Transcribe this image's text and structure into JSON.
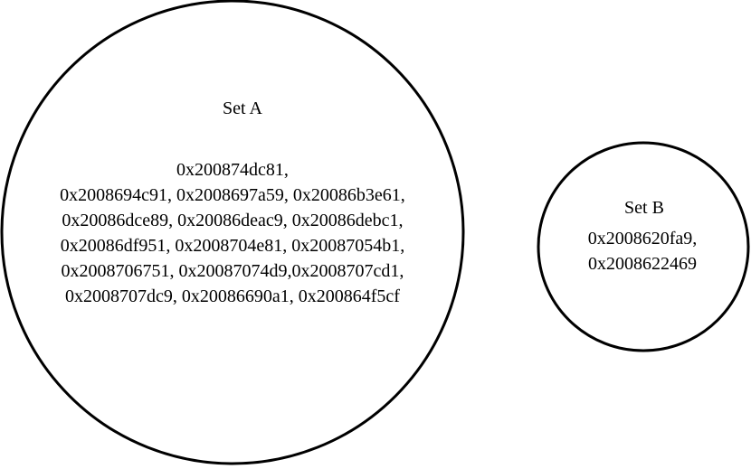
{
  "diagram": {
    "stroke_color": "#000000",
    "background_color": "#ffffff",
    "set_a": {
      "title": "Set A",
      "lines": [
        "0x200874dc81,",
        "0x2008694c91, 0x2008697a59, 0x20086b3e61,",
        "0x20086dce89, 0x20086deac9, 0x20086debc1,",
        "0x20086df951, 0x2008704e81, 0x20087054b1,",
        "0x2008706751, 0x20087074d9,0x2008707cd1,",
        "0x2008707dc9, 0x20086690a1, 0x200864f5cf"
      ]
    },
    "set_b": {
      "title": "Set B",
      "lines": [
        "0x2008620fa9,",
        "0x2008622469"
      ]
    }
  }
}
